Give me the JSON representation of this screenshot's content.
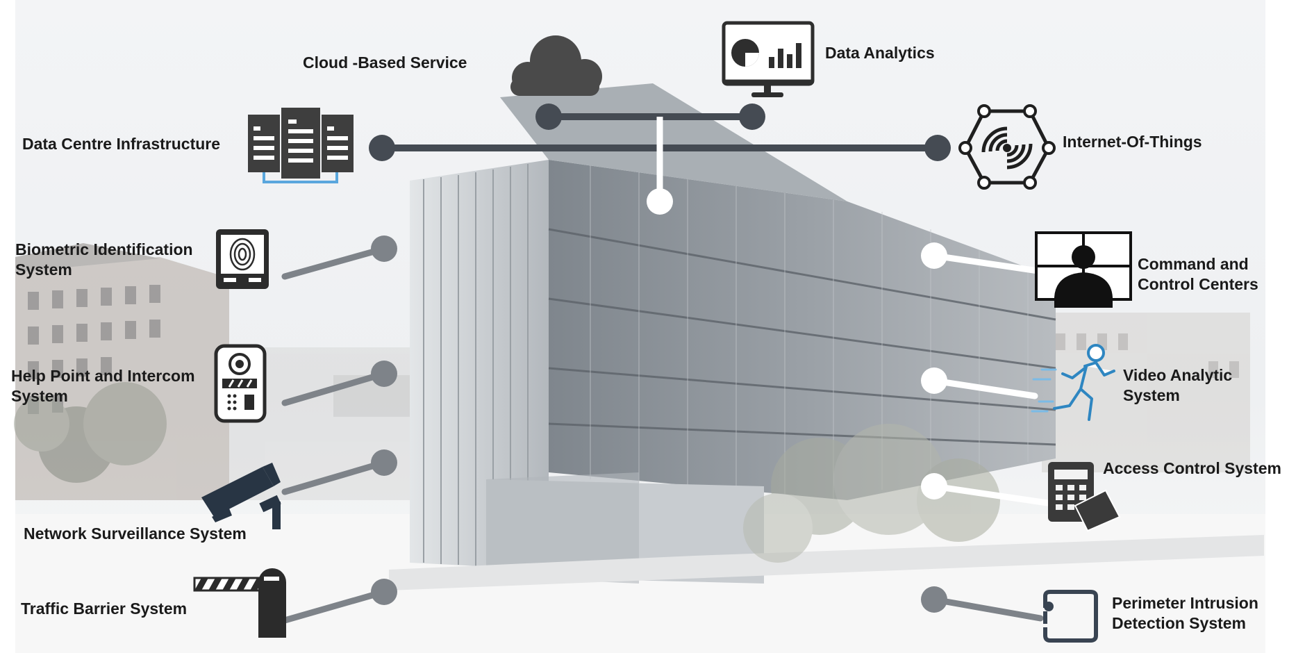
{
  "labels": {
    "cloud": "Cloud -Based Service",
    "analytics": "Data Analytics",
    "datacentre": "Data Centre Infrastructure",
    "iot": "Internet-Of-Things",
    "biometric_1": "Biometric Identification",
    "biometric_2": "System",
    "command_1": "Command and",
    "command_2": "Control Centers",
    "help_1": "Help Point and Intercom",
    "help_2": "System",
    "video_1": "Video Analytic",
    "video_2": "System",
    "access": "Access Control System",
    "surveillance": "Network Surveillance System",
    "traffic": "Traffic Barrier System",
    "perimeter_1": "Perimeter Intrusion",
    "perimeter_2": "Detection System"
  },
  "colors": {
    "connector_dark": "#454b53",
    "connector_grey": "#7e8389",
    "connector_white": "#ffffff",
    "icon_dark": "#3a3a3a",
    "icon_blue": "#2e86c1",
    "label_text": "#1a1a1a"
  },
  "icons": [
    "cloud-icon",
    "data-analytics-icon",
    "server-rack-icon",
    "iot-network-icon",
    "fingerprint-reader-icon",
    "intercom-icon",
    "cctv-camera-icon",
    "traffic-barrier-icon",
    "control-center-icon",
    "running-person-icon",
    "access-keypad-icon",
    "perimeter-sensor-icon"
  ]
}
